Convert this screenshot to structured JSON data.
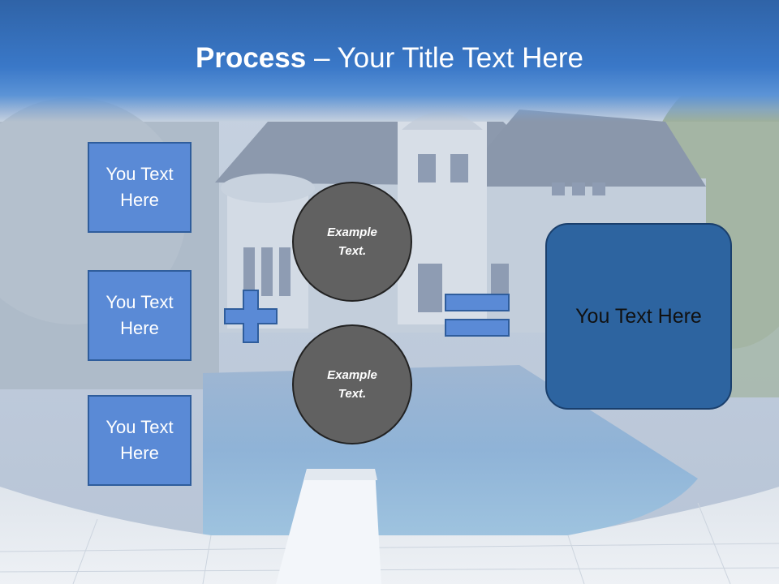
{
  "title": {
    "bold": "Process",
    "dash": " – ",
    "rest": "Your Title Text Here"
  },
  "boxes": [
    {
      "label": "You Text Here"
    },
    {
      "label": "You Text Here"
    },
    {
      "label": "You Text Here"
    }
  ],
  "circles": [
    {
      "label": "Example Text."
    },
    {
      "label": "Example Text."
    }
  ],
  "operators": {
    "plus": "plus-sign",
    "equals": "equals-sign"
  },
  "result": {
    "label": "You Text Here"
  },
  "colors": {
    "header": "#3a78c8",
    "box_fill": "#5a8ad6",
    "circle_fill": "#616161",
    "result_fill": "#2d64a0"
  }
}
